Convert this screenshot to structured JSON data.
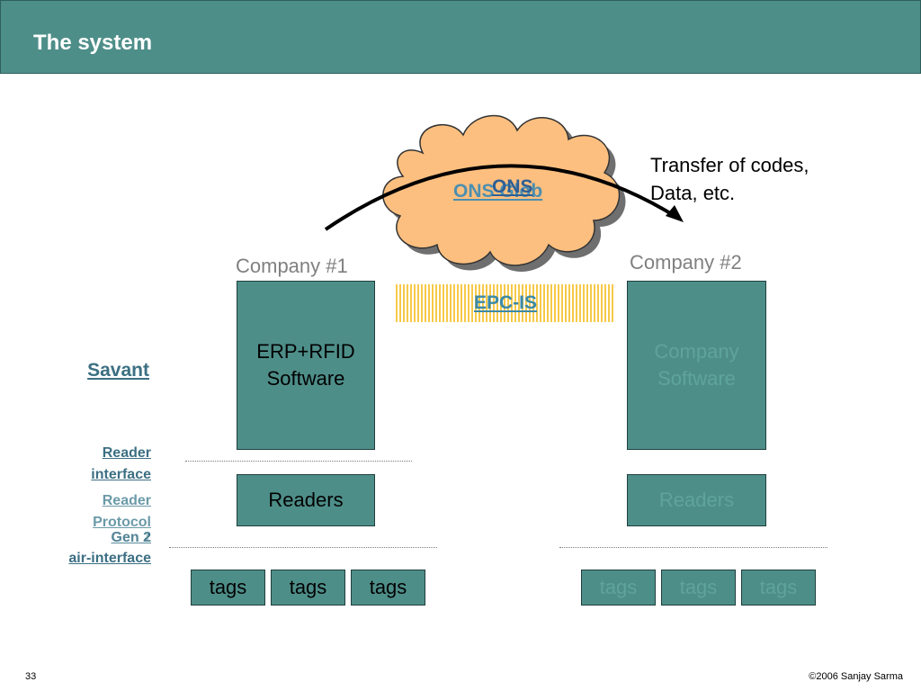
{
  "slide": {
    "title": "The system",
    "page_number": "33",
    "copyright": "©2006 Sanjay Sarma"
  },
  "cloud": {
    "ons_global": "ONS Glob",
    "ons": "ONS"
  },
  "transfer_text": [
    "Transfer of codes,",
    "Data, etc."
  ],
  "epc_is": "EPC-IS",
  "company1": {
    "label": "Company #1",
    "software_lines": [
      "ERP+RFID",
      "Software"
    ],
    "readers": "Readers",
    "tags": [
      "tags",
      "tags",
      "tags"
    ]
  },
  "company2": {
    "label": "Company #2",
    "software_lines": [
      "Company",
      "Software"
    ],
    "readers": "Readers",
    "tags": [
      "tags",
      "tags",
      "tags"
    ]
  },
  "side_labels": {
    "savant": "Savant",
    "reader_interface": [
      "Reader",
      "interface"
    ],
    "reader_protocol": [
      "Reader",
      "Protocol"
    ],
    "gen2": "Gen 2",
    "gen1": "Gen 1",
    "air_interface": "air-interface"
  },
  "colors": {
    "header": "#4e8e89",
    "box": "#4e8e89",
    "cloud": "#fdbf7f",
    "epc_stripes": "#f7c948"
  }
}
